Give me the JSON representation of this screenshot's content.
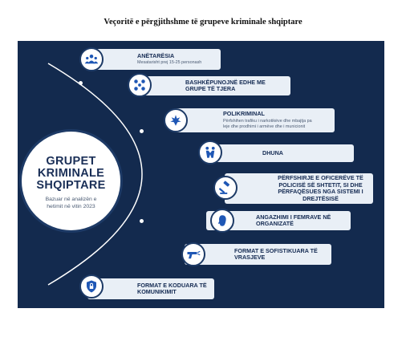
{
  "document": {
    "title": "Veçoritë e përgjithshme të grupeve kriminale shqiptare"
  },
  "center": {
    "title": "GRUPET\nKRIMINALE\nSHQIPTARE",
    "subtitle": "Bazuar në analizën e\nhetimit në vitin 2023"
  },
  "items": [
    {
      "icon": "group-people-icon",
      "title": "ANËTARËSIA",
      "desc": "Mesatarisht prej 15-25 personash"
    },
    {
      "icon": "network-people-icon",
      "title": "BASHKËPUNOJNË EDHE ME\nGRUPE TË TJERA",
      "desc": ""
    },
    {
      "icon": "cannabis-gun-icon",
      "title": "POLIKRIMINAL",
      "desc": "Përfshihen trafiku i narkotikëve dhe mbajtja pa\nleje dhe prodhimi i armëve dhe i municionit"
    },
    {
      "icon": "fighting-people-icon",
      "title": "DHUNA",
      "desc": ""
    },
    {
      "icon": "gavel-icon",
      "title": "PËRFSHIRJE E OFICERËVE TË\nPOLICISË SË SHTETIT, SI DHE\nPËRFAQËSUES NGA SISTEMI I\nDREJTËSISË",
      "desc": ""
    },
    {
      "icon": "woman-head-icon",
      "title": "ANGAZHIMI I FEMRAVE NË\nORGANIZATË",
      "desc": ""
    },
    {
      "icon": "gun-icon",
      "title": "FORMAT E SOFISTIKUARA TË\nVRASJEVE",
      "desc": ""
    },
    {
      "icon": "shield-lock-icon",
      "title": "FORMAT E KODUARA TË\nKOMUNIKIMIT",
      "desc": ""
    }
  ],
  "colors": {
    "background": "#132a4e",
    "card": "#e9eff6",
    "icon": "#1f57b5",
    "accent": "#1d3a66"
  }
}
